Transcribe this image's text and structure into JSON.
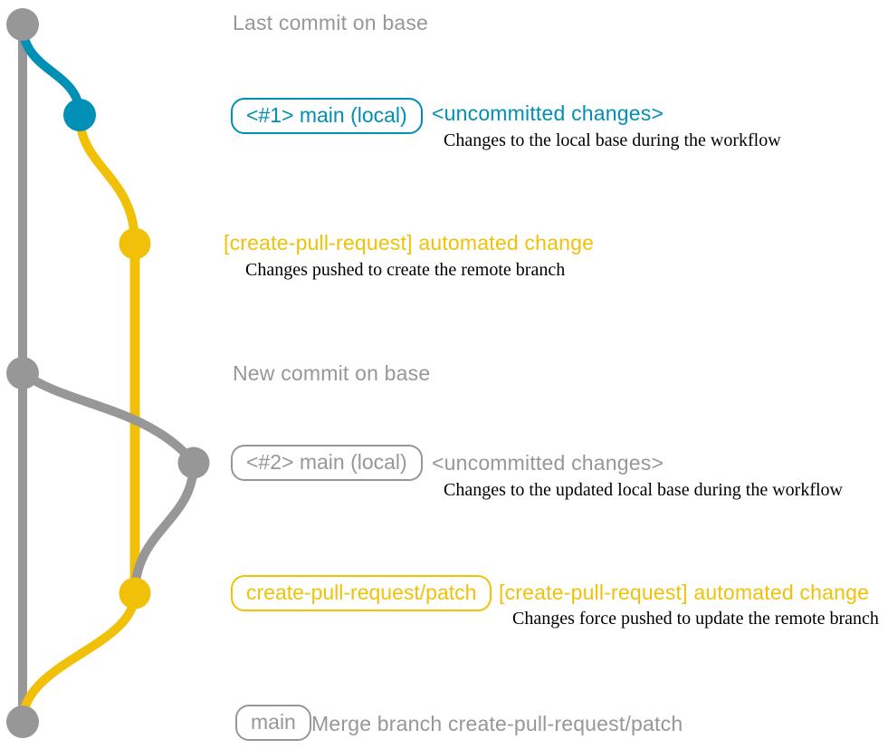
{
  "colors": {
    "base_gray": "#979797",
    "main_blue": "#008fb5",
    "branch_yellow": "#f1c109",
    "note_black": "#000000",
    "background": "#ffffff"
  },
  "graph": {
    "branches": [
      {
        "name": "base",
        "color": "#979797"
      },
      {
        "name": "main (local)",
        "color": "#008fb5"
      },
      {
        "name": "create-pull-request/patch",
        "color": "#f1c109"
      }
    ],
    "commits": [
      {
        "branch": "base",
        "label": "Last commit on base"
      },
      {
        "branch": "main (local)",
        "badge": "<#1> main (local)",
        "label": "<uncommitted changes>",
        "note": "Changes to the local base during the workflow"
      },
      {
        "branch": "create-pull-request/patch",
        "label": "[create-pull-request] automated change",
        "note": "Changes pushed to create the remote branch"
      },
      {
        "branch": "base",
        "label": "New commit on base"
      },
      {
        "branch": "main (local)",
        "badge": "<#2> main (local)",
        "label": "<uncommitted changes>",
        "note": "Changes to the updated local base during the workflow"
      },
      {
        "branch": "create-pull-request/patch",
        "badge": "create-pull-request/patch",
        "label": "[create-pull-request] automated change",
        "note": "Changes force pushed to update the remote branch"
      },
      {
        "branch": "base",
        "badge": "main",
        "label": "Merge branch create-pull-request/patch"
      }
    ]
  }
}
